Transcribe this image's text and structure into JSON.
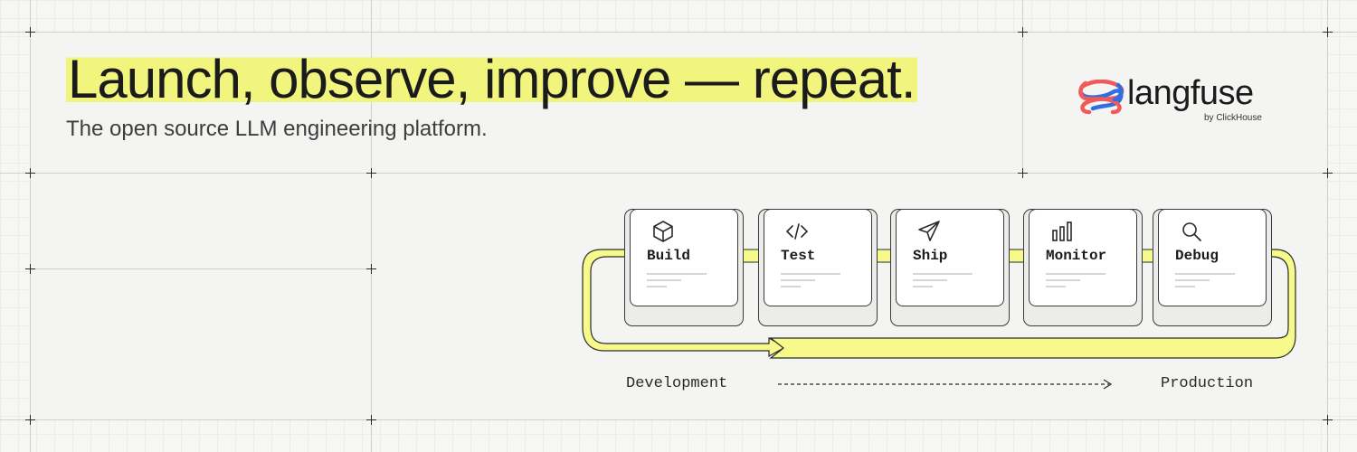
{
  "header": {
    "headline": "Launch, observe, improve — repeat.",
    "subheadline": "The open source LLM engineering  platform."
  },
  "logo": {
    "wordmark": "langfuse",
    "byline": "by ClickHouse",
    "icon": "langfuse-knot-icon",
    "colors": {
      "red": "#f15a5a",
      "blue": "#2f6fe0"
    }
  },
  "flow": {
    "steps": [
      {
        "label": "Build",
        "icon": "cube-icon"
      },
      {
        "label": "Test",
        "icon": "code-icon"
      },
      {
        "label": "Ship",
        "icon": "paper-plane-icon"
      },
      {
        "label": "Monitor",
        "icon": "bar-chart-icon"
      },
      {
        "label": "Debug",
        "icon": "search-icon"
      }
    ],
    "start_label": "Development",
    "end_label": "Production",
    "loop_color": "#f7f98a"
  }
}
